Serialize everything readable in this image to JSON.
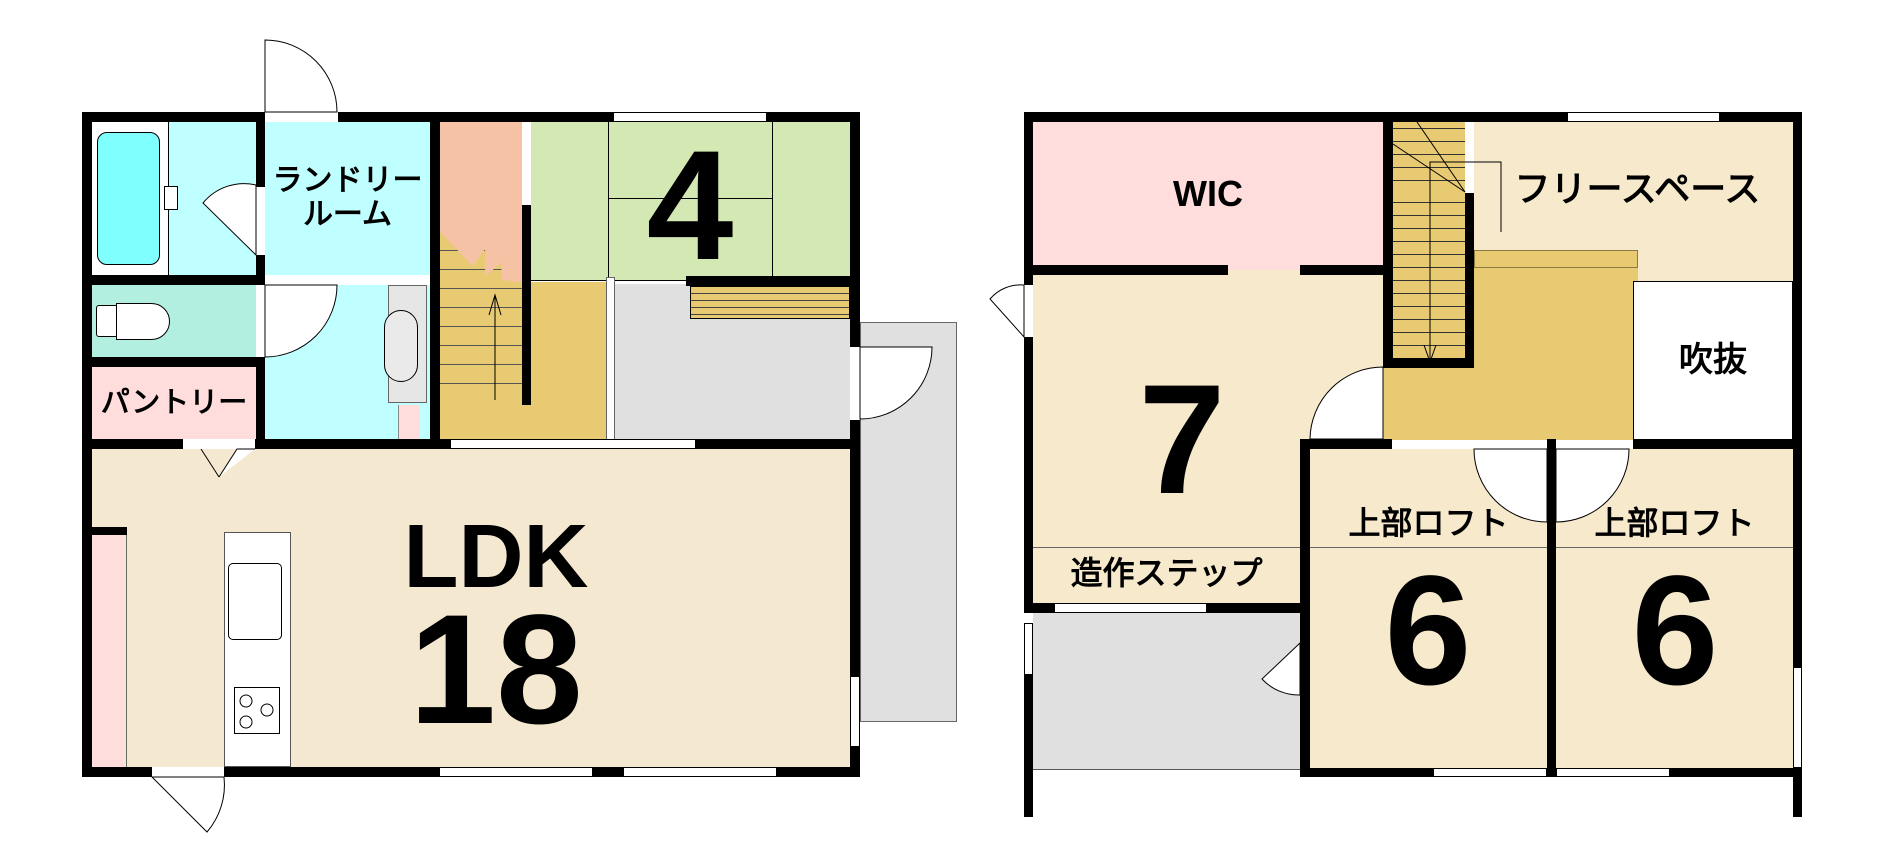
{
  "colors": {
    "wall": "#000000",
    "ldk": "#f5e8d0",
    "room_beige": "#f7e9cb",
    "tatami": "#d3e8b3",
    "water_cyan": "#c0ffff",
    "bathtub": "#80ffff",
    "toilet_mint": "#b2efe0",
    "pantry_pink": "#ffdddd",
    "stair_gold": "#e8ca72",
    "stair_salmon": "#f6c2a6",
    "entry_gray": "#e0e0e0",
    "wic_pink": "#ffdddd",
    "void_white": "#ffffff"
  },
  "floor1": {
    "rooms": {
      "laundry": {
        "label_line1": "ランドリー",
        "label_line2": "ルーム"
      },
      "pantry": {
        "label": "パントリー"
      },
      "japanese_room": {
        "size": "4"
      },
      "ldk": {
        "label": "LDK",
        "size": "18"
      }
    },
    "fixtures": [
      "bathtub",
      "toilet",
      "washbasin",
      "kitchen-sink",
      "stove",
      "staircase-up",
      "entrance-step"
    ]
  },
  "floor2": {
    "rooms": {
      "wic": {
        "label": "WIC"
      },
      "free_space": {
        "label": "フリースペース"
      },
      "void": {
        "label": "吹抜"
      },
      "bedroom": {
        "size": "7"
      },
      "built_in_step": {
        "label": "造作ステップ"
      },
      "loft_room_left": {
        "loft_label": "上部ロフト",
        "size": "6"
      },
      "loft_room_right": {
        "loft_label": "上部ロフト",
        "size": "6"
      }
    },
    "fixtures": [
      "staircase-down"
    ]
  }
}
